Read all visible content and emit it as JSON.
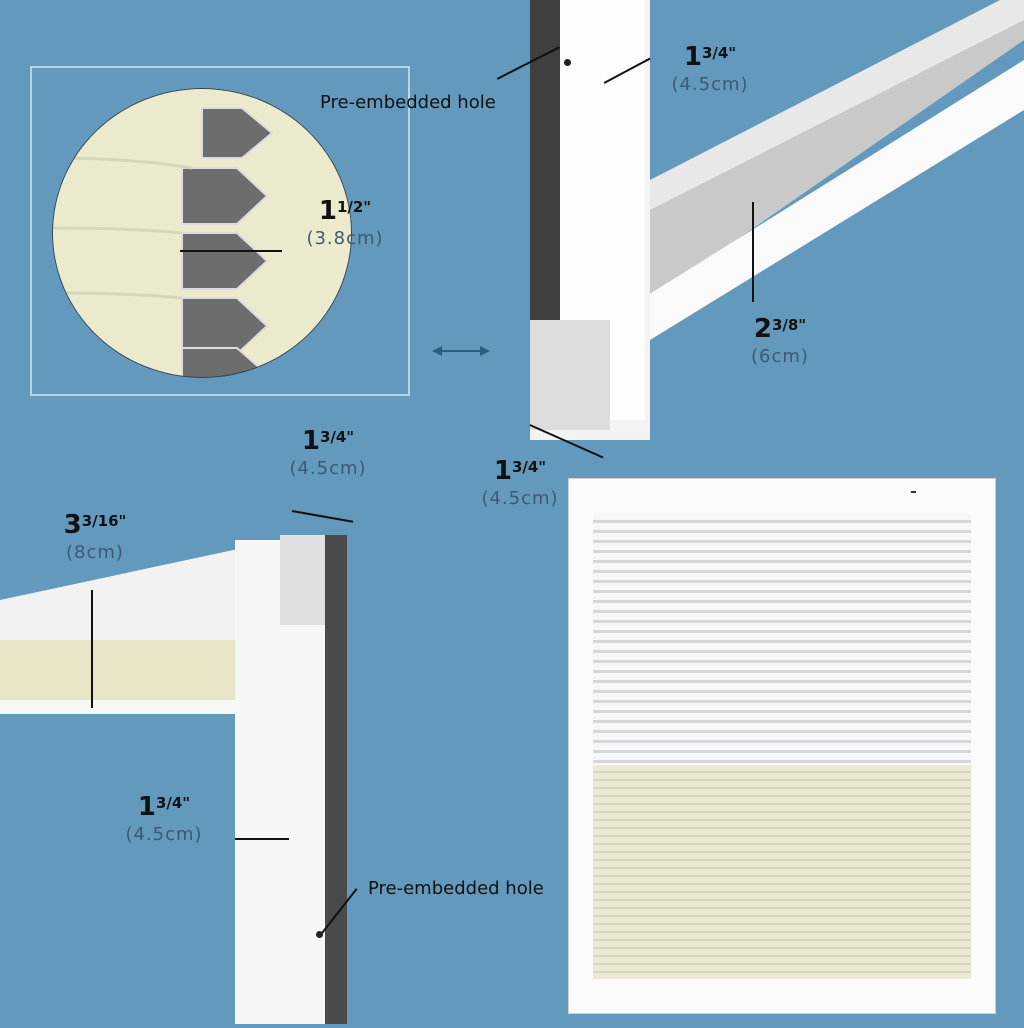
{
  "background_color": "#6399bd",
  "inset": {
    "dimension": {
      "value": "1",
      "fraction": "1/2\"",
      "metric": "(3.8cm)"
    }
  },
  "arrow_icon": "double-arrow",
  "top_right": {
    "hole_label": "Pre-embedded hole",
    "width_dim": {
      "value": "1",
      "fraction": "3/4\"",
      "metric": "(4.5cm)"
    },
    "height_dim": {
      "value": "2",
      "fraction": "3/8\"",
      "metric": "(6cm)"
    },
    "depth_dim": {
      "value": "1",
      "fraction": "3/4\"",
      "metric": "(4.5cm)"
    }
  },
  "bottom_left": {
    "top_dim": {
      "value": "1",
      "fraction": "3/4\"",
      "metric": "(4.5cm)"
    },
    "head_dim": {
      "value": "3",
      "fraction": "3/16\"",
      "metric": "(8cm)"
    },
    "side_dim": {
      "value": "1",
      "fraction": "3/4\"",
      "metric": "(4.5cm)"
    },
    "hole_label": "Pre-embedded hole"
  },
  "window_preview": {
    "top_color": "#f2f3f5",
    "bottom_color": "#e6e3cf"
  }
}
